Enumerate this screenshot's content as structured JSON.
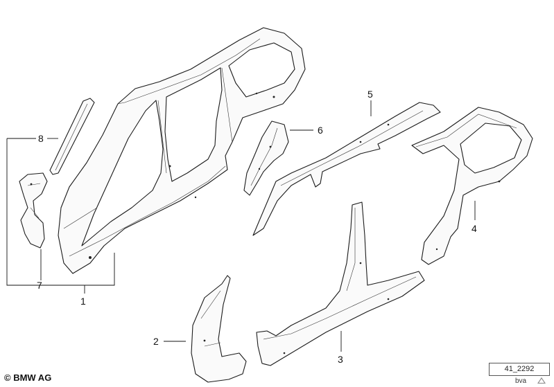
{
  "callouts": [
    {
      "label": "1"
    },
    {
      "label": "2"
    },
    {
      "label": "3"
    },
    {
      "label": "4"
    },
    {
      "label": "5"
    },
    {
      "label": "6"
    },
    {
      "label": "7"
    },
    {
      "label": "8"
    }
  ],
  "footer": {
    "copyright": "© BMW AG",
    "diagram_ref": "41_2292",
    "suffix": "bva"
  }
}
